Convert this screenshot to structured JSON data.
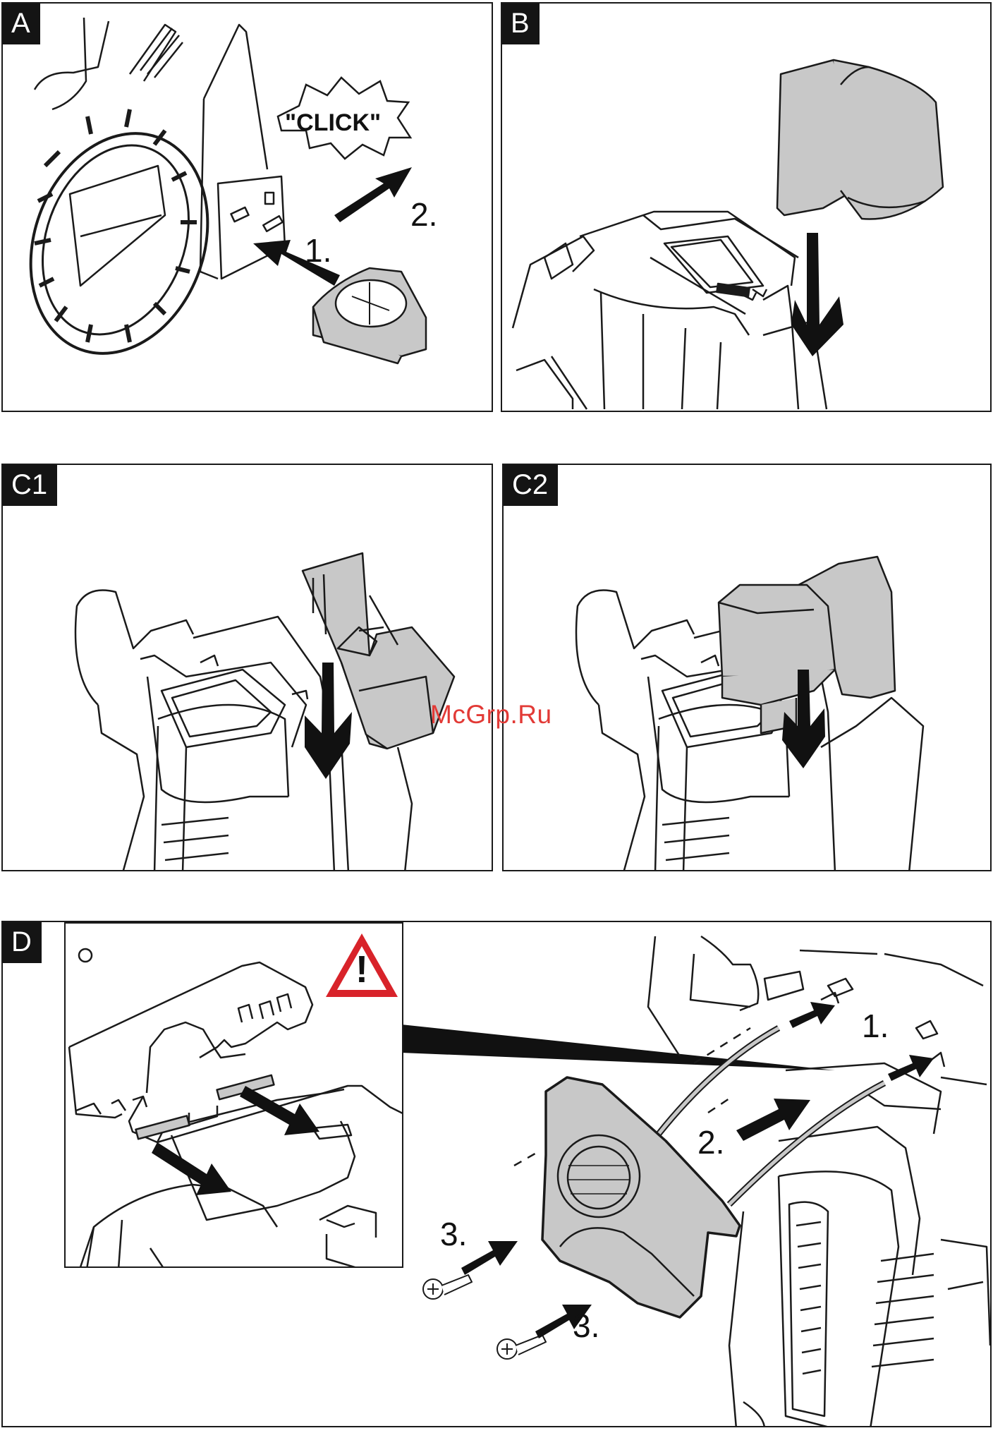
{
  "panels": {
    "a": {
      "label": "A",
      "click_text": "\"CLICK\"",
      "step1": "1.",
      "step2": "2."
    },
    "b": {
      "label": "B"
    },
    "c1": {
      "label": "C1"
    },
    "c2": {
      "label": "C2"
    },
    "d": {
      "label": "D",
      "step1": "1.",
      "step2": "2.",
      "step3a": "3.",
      "step3b": "3.",
      "warning_icon": "warning-triangle-icon",
      "warning_mark": "!"
    }
  },
  "watermark": "McGrp.Ru",
  "colors": {
    "part_fill": "#c8c8c8",
    "line": "#1a1a1a",
    "warning_red": "#d8232a",
    "watermark": "#e23a36"
  }
}
